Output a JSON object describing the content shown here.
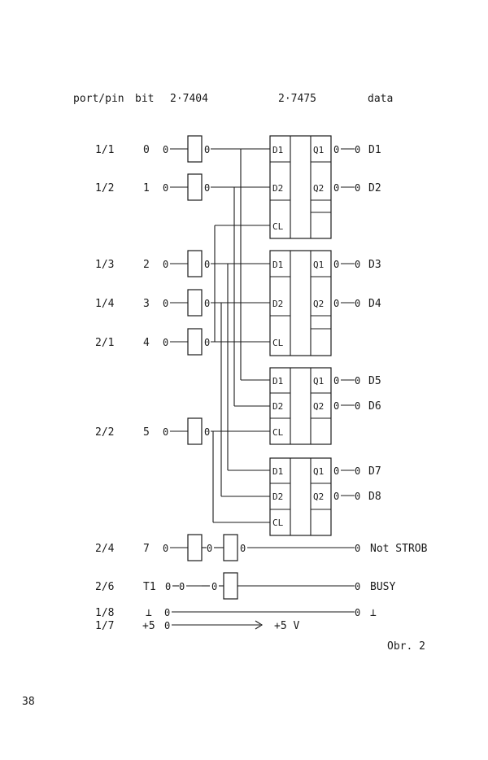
{
  "header": {
    "port_pin": "port/pin",
    "bit": "bit",
    "inverter_ic": "2·7404",
    "latch_ic": "2·7475",
    "data": "data"
  },
  "rows": [
    {
      "port": "1/1",
      "bit": "0"
    },
    {
      "port": "1/2",
      "bit": "1"
    },
    {
      "port": "1/3",
      "bit": "2"
    },
    {
      "port": "1/4",
      "bit": "3"
    },
    {
      "port": "2/1",
      "bit": "4"
    },
    {
      "port": "2/2",
      "bit": "5"
    },
    {
      "port": "2/4",
      "bit": "7"
    },
    {
      "port": "2/6",
      "bit": "T1"
    },
    {
      "port": "1/8",
      "bit": "⊥"
    },
    {
      "port": "1/7",
      "bit": "+5"
    }
  ],
  "latch_pins": {
    "d1": "D1",
    "d2": "D2",
    "cl": "CL",
    "q1": "Q1",
    "q2": "Q2"
  },
  "outputs": [
    "D1",
    "D2",
    "D3",
    "D4",
    "D5",
    "D6",
    "D7",
    "D8"
  ],
  "signals": {
    "strobe": "Not STROB",
    "busy": "BUSY",
    "ground": "⊥",
    "supply": "+5 V"
  },
  "node": "0",
  "figure_label": "Obr. 2",
  "page_number": "38"
}
